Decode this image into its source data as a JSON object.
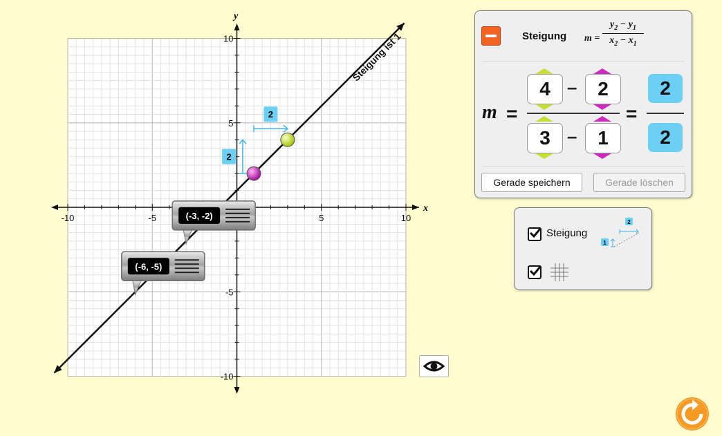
{
  "graph": {
    "x_axis_label": "x",
    "y_axis_label": "y",
    "x_ticks": [
      "-10",
      "-5",
      "5",
      "10"
    ],
    "y_ticks": [
      "10",
      "5",
      "-5",
      "-10"
    ],
    "line_label": "Steigung ist 1",
    "run_value": "2",
    "rise_value": "2",
    "points": [
      {
        "name": "start-point",
        "x": 1,
        "y": 2,
        "color": "#cc2bbd"
      },
      {
        "name": "end-point",
        "x": 3,
        "y": 4,
        "color": "#c8de34"
      }
    ],
    "tags": [
      {
        "label": "(-3, -2)",
        "x": -3,
        "y": -2
      },
      {
        "label": "(-6, -5)",
        "x": -6,
        "y": -5
      }
    ]
  },
  "slope_panel": {
    "title": "Steigung",
    "formula": {
      "m": "m",
      "y2": "y",
      "y1": "y",
      "x2": "x",
      "x1": "x",
      "sub2": "2",
      "sub1": "1"
    },
    "m_label": "m",
    "equals": "=",
    "minus": "–",
    "y2": "4",
    "y1": "2",
    "x2": "3",
    "x1": "1",
    "result_num": "2",
    "result_den": "2",
    "save_button": "Gerade speichern",
    "delete_button": "Gerade löschen"
  },
  "options_panel": {
    "slope_label": "Steigung",
    "slope_checked": true,
    "grid_checked": true,
    "mini_run": "2",
    "mini_rise": "1"
  },
  "colors": {
    "background": "#fffdd0",
    "accent_orange": "#f26322",
    "label_blue": "#6cd0f5",
    "arrow_up": "#c8de34",
    "arrow_down": "#cc2bbd"
  }
}
